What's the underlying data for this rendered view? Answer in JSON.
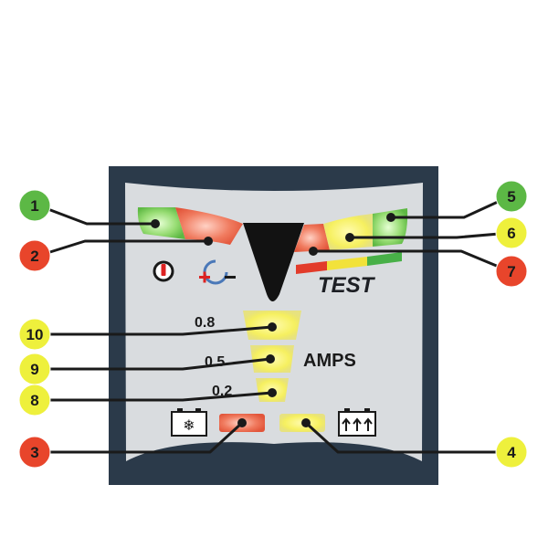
{
  "panel": {
    "amps_title": "AMPS",
    "amp_levels": [
      "0.8",
      "0.5",
      "0.2"
    ],
    "test_label": "TEST",
    "icons": [
      "power-icon",
      "charge-plus-minus-icon",
      "battery-snowflake-icon",
      "battery-charging-icon"
    ]
  },
  "callouts": [
    {
      "number": "1",
      "color": "#5cb845"
    },
    {
      "number": "2",
      "color": "#e8452b"
    },
    {
      "number": "3",
      "color": "#e8452b"
    },
    {
      "number": "4",
      "color": "#eef03c"
    },
    {
      "number": "5",
      "color": "#5cb845"
    },
    {
      "number": "6",
      "color": "#eef03c"
    },
    {
      "number": "7",
      "color": "#e8452b"
    },
    {
      "number": "8",
      "color": "#eef03c"
    },
    {
      "number": "9",
      "color": "#eef03c"
    },
    {
      "number": "10",
      "color": "#eef03c"
    }
  ],
  "colors": {
    "frame": "#2b3a4a",
    "panel": "#d9dcdf",
    "led_green": "#8fd66a",
    "led_red": "#ef7a62",
    "led_yellow": "#f7f46a",
    "test_bar": [
      "#e23b2a",
      "#f2e23a",
      "#48b048"
    ]
  }
}
